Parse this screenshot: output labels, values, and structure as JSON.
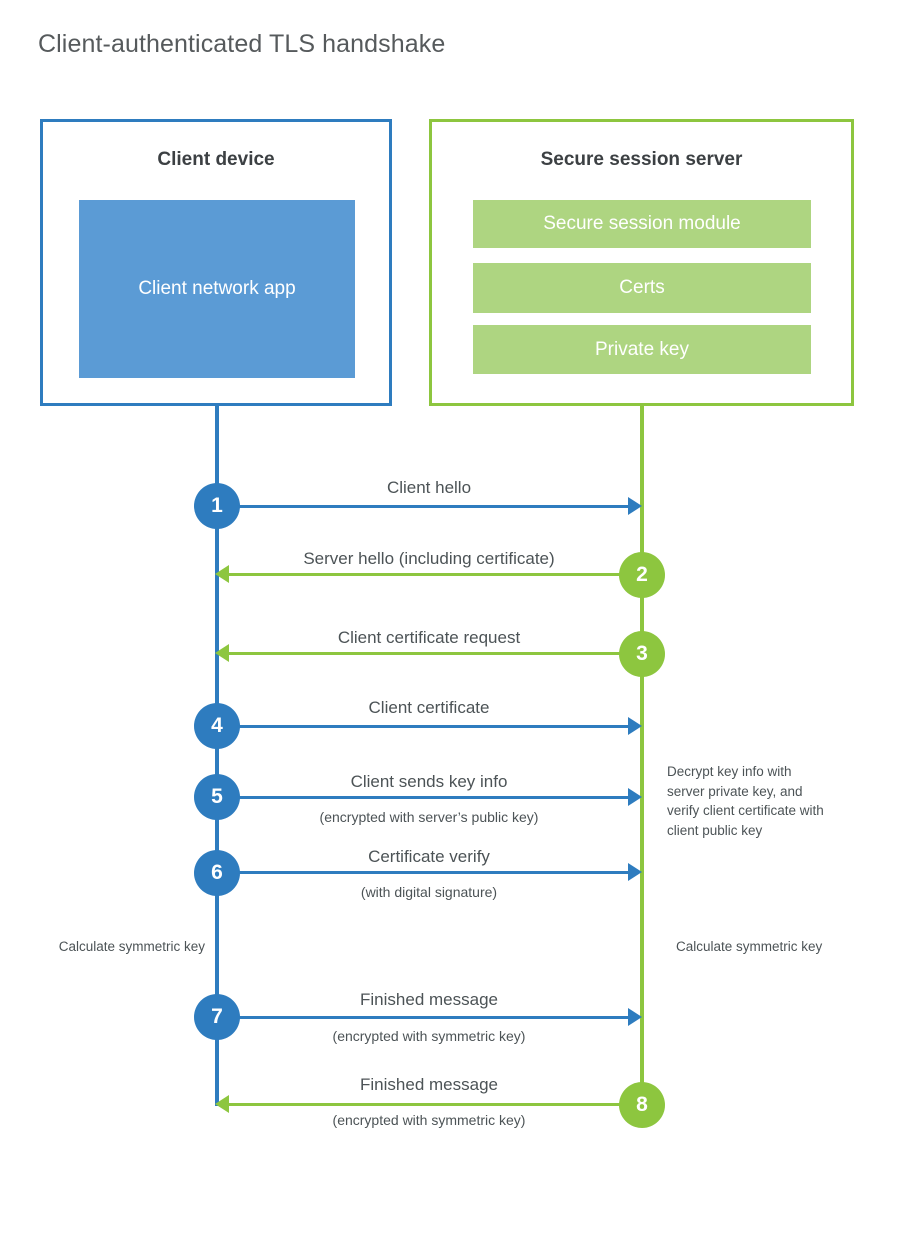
{
  "title": "Client-authenticated TLS handshake",
  "colors": {
    "client_accent": "#2e7cbf",
    "server_accent": "#8dc63f",
    "client_app_fill": "#5b9bd5",
    "server_bar_fill": "#aed581",
    "text": "#4c5356",
    "heading": "#3c4043",
    "title": "#565a5c",
    "background": "#ffffff"
  },
  "actors": {
    "client": {
      "title": "Client device",
      "app_label": "Client network app"
    },
    "server": {
      "title": "Secure session server",
      "components": [
        "Secure session module",
        "Certs",
        "Private key"
      ]
    }
  },
  "steps": [
    {
      "number": "1",
      "label": "Client hello",
      "sublabel": "",
      "direction": "client-to-server",
      "badge_color": "blue"
    },
    {
      "number": "2",
      "label": "Server hello (including certificate)",
      "sublabel": "",
      "direction": "server-to-client",
      "badge_color": "green"
    },
    {
      "number": "3",
      "label": "Client certificate request",
      "sublabel": "",
      "direction": "server-to-client",
      "badge_color": "green"
    },
    {
      "number": "4",
      "label": "Client certificate",
      "sublabel": "",
      "direction": "client-to-server",
      "badge_color": "blue"
    },
    {
      "number": "5",
      "label": "Client sends key info",
      "sublabel": "(encrypted with server’s public key)",
      "direction": "client-to-server",
      "badge_color": "blue"
    },
    {
      "number": "6",
      "label": "Certificate verify",
      "sublabel": "(with digital signature)",
      "direction": "client-to-server",
      "badge_color": "blue"
    },
    {
      "number": "7",
      "label": "Finished message",
      "sublabel": "(encrypted with symmetric key)",
      "direction": "client-to-server",
      "badge_color": "blue"
    },
    {
      "number": "8",
      "label": "Finished message",
      "sublabel": "(encrypted with symmetric key)",
      "direction": "server-to-client",
      "badge_color": "green"
    }
  ],
  "annotations": {
    "server_decrypt_note": "Decrypt key info with server private key, and verify client certificate with client public key",
    "client_calculate_note": "Calculate symmetric key",
    "server_calculate_note": "Calculate symmetric key"
  }
}
